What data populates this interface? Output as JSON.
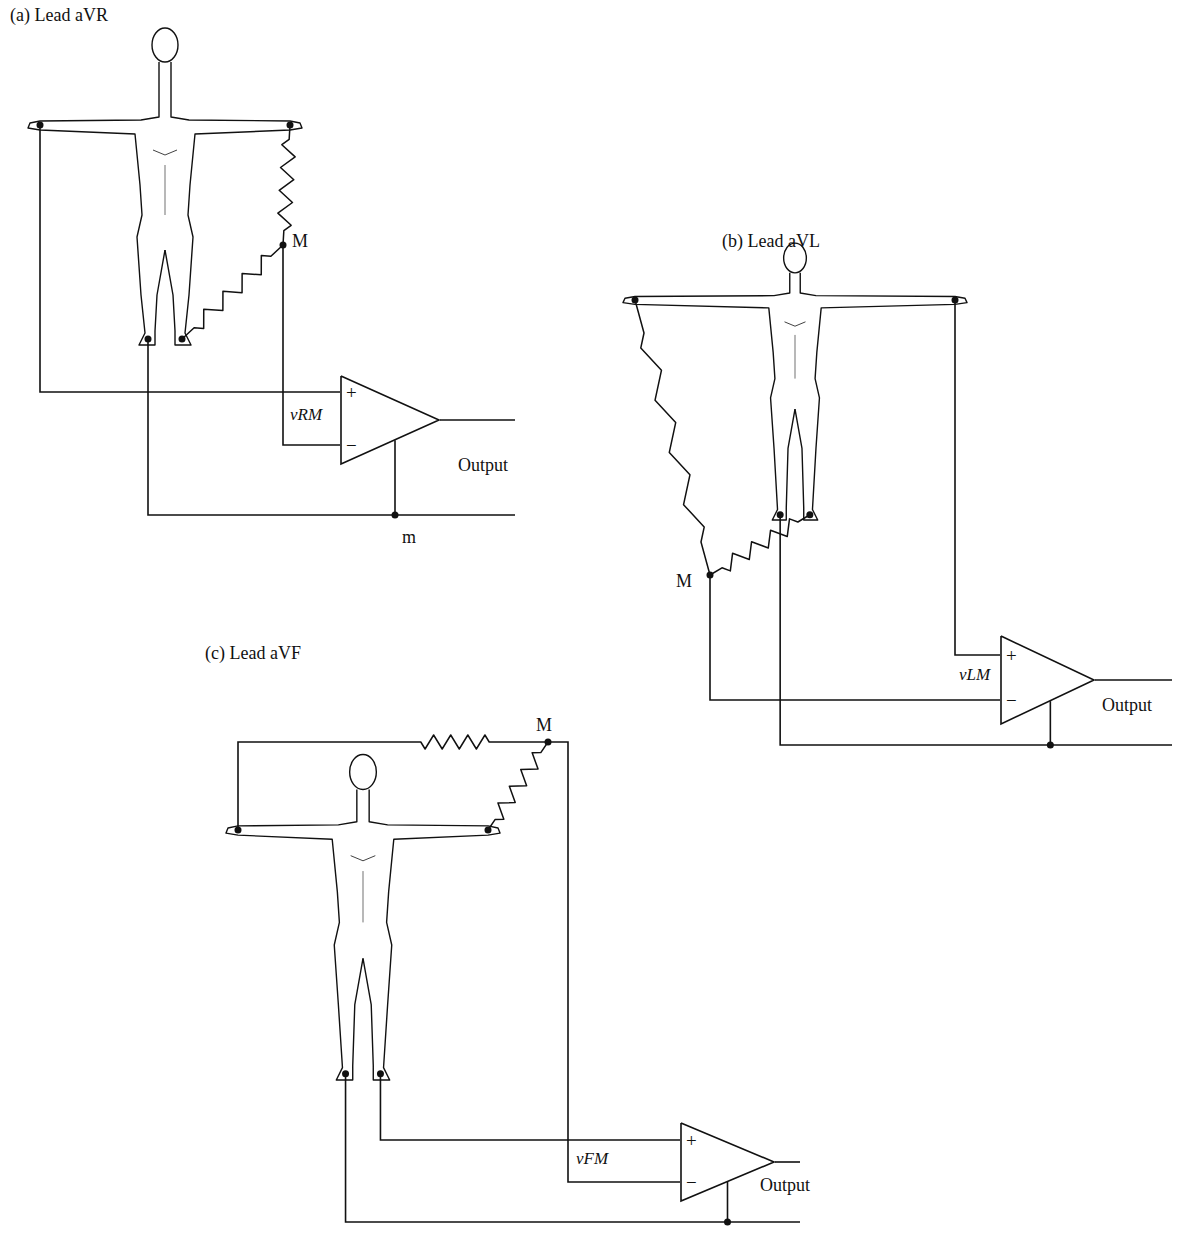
{
  "diagram": {
    "nodes": [
      {
        "text": [
          "+",
          "−"
        ]
      },
      {
        "text": [
          "+",
          "−"
        ]
      },
      {
        "text": [
          "+",
          "−"
        ]
      }
    ],
    "labels": [
      "(a) Lead aVR",
      "M",
      "vRM",
      "Output",
      "m",
      "(b) Lead aVL",
      "M",
      "vLM",
      "Output",
      "(c) Lead aVF",
      "M",
      "vFM",
      "Output"
    ]
  }
}
